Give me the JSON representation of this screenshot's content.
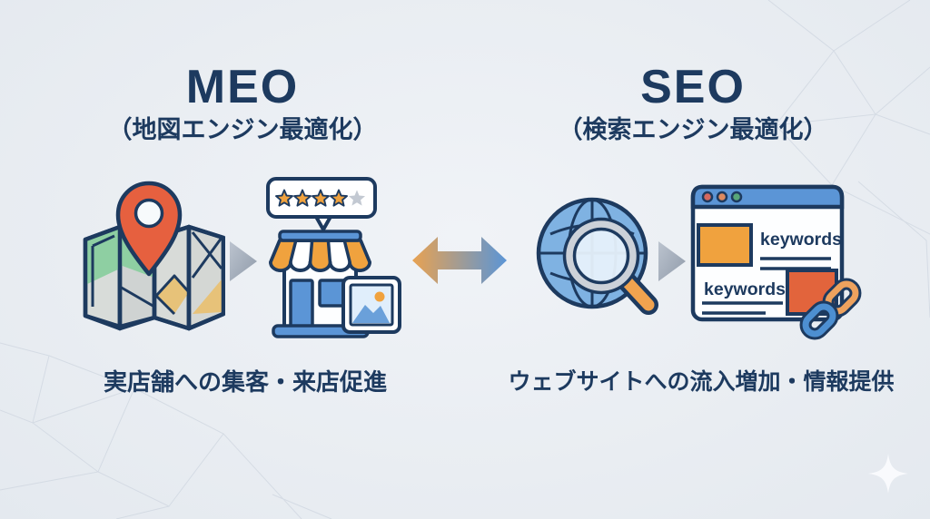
{
  "meo": {
    "title": "MEO",
    "subtitle": "（地図エンジン最適化）",
    "caption": "実店舗への集客・来店促進",
    "rating": {
      "filled": 4,
      "total": 5
    }
  },
  "seo": {
    "title": "SEO",
    "subtitle": "（検索エンジン最適化）",
    "caption": "ウェブサイトへの流入増加・情報提供",
    "keywords_labels": [
      "keywords",
      "keywords"
    ]
  },
  "icons": {
    "meo": [
      "map-icon",
      "location-pin-icon",
      "triangle-arrow-icon",
      "rating-bubble",
      "storefront-icon",
      "photo-icon"
    ],
    "center": [
      "bidirectional-arrow-icon"
    ],
    "seo": [
      "globe-icon",
      "magnifying-glass-icon",
      "triangle-arrow-icon",
      "browser-window-icon",
      "chain-link-icon"
    ],
    "decor": [
      "mesh-pattern",
      "sparkle-icon"
    ]
  },
  "colors": {
    "navy": "#1d3a5f",
    "blue": "#5b95d6",
    "globe_blue": "#7fb2e2",
    "orange": "#f0a23e",
    "red_orange": "#e2643c",
    "pin_red": "#e6603f",
    "map_green": "#8ecfa2",
    "map_tan": "#e7c279",
    "star_filled": "#f0a23e",
    "star_empty": "#c3c9d2",
    "gray_arrow_light": "#bcc4cf",
    "gray_arrow_dark": "#8f9aa9",
    "center_arrow_gradient": [
      "#e8a252",
      "#5b95d6"
    ],
    "browser_dots": [
      "#d4685f",
      "#dd8a5f",
      "#58a679"
    ],
    "background": "#e9edf2",
    "mesh_line": "#c9d1dc"
  }
}
